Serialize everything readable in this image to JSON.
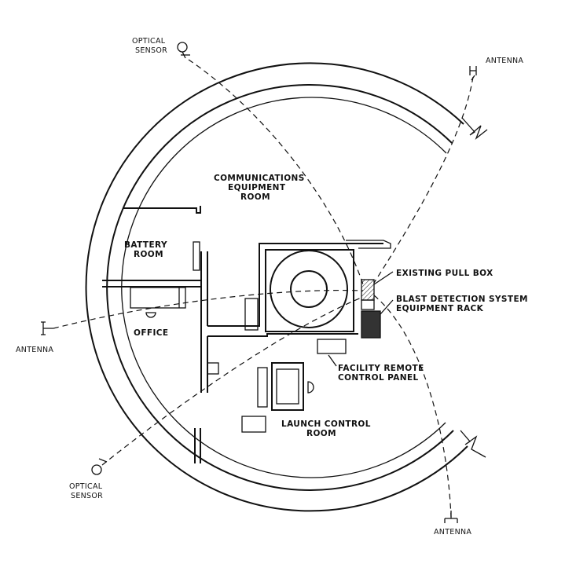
{
  "labels": {
    "optical_sensor_top_line1": "OPTICAL",
    "optical_sensor_top_line2": "SENSOR",
    "antenna_top_right": "ANTENNA",
    "comm_room_line1": "COMMUNICATIONS",
    "comm_room_line2": "EQUIPMENT",
    "comm_room_line3": "ROOM",
    "battery_room_line1": "BATTERY",
    "battery_room_line2": "ROOM",
    "office": "OFFICE",
    "antenna_left": "ANTENNA",
    "existing_pull_box": "EXISTING PULL BOX",
    "blast_rack_line1": "BLAST DETECTION SYSTEM",
    "blast_rack_line2": "EQUIPMENT RACK",
    "facility_panel_line1": "FACILITY REMOTE",
    "facility_panel_line2": "CONTROL PANEL",
    "launch_room_line1": "LAUNCH CONTROL",
    "launch_room_line2": "ROOM",
    "optical_sensor_bottom_line1": "OPTICAL",
    "optical_sensor_bottom_line2": "SENSOR",
    "antenna_bottom": "ANTENNA"
  },
  "colors": {
    "ink": "#111111",
    "background": "#ffffff",
    "blast_rack_fill": "#333333"
  }
}
